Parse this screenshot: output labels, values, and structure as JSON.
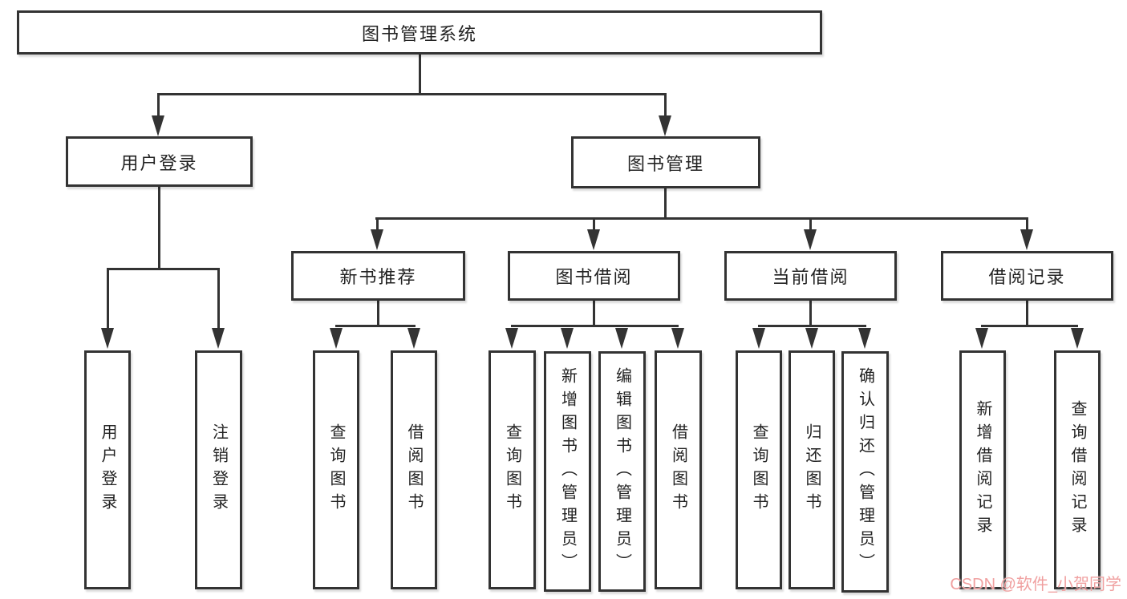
{
  "colors": {
    "background": "#ffffff",
    "line": "#333333",
    "box_border": "#333333",
    "text": "#222222",
    "watermark": "#f0a0a0"
  },
  "nodes": {
    "root": {
      "label": "图书管理系统"
    },
    "level2": [
      {
        "label": "用户登录"
      },
      {
        "label": "图书管理"
      }
    ],
    "level3": [
      {
        "label": "新书推荐"
      },
      {
        "label": "图书借阅"
      },
      {
        "label": "当前借阅"
      },
      {
        "label": "借阅记录"
      }
    ],
    "leaves": {
      "user_login": [
        {
          "label": "用户登录"
        },
        {
          "label": "注销登录"
        }
      ],
      "new_book_recommend": [
        {
          "label": "查询图书"
        },
        {
          "label": "借阅图书"
        }
      ],
      "book_borrow": [
        {
          "label": "查询图书"
        },
        {
          "label": "新增图书（管理员）"
        },
        {
          "label": "编辑图书（管理员）"
        },
        {
          "label": "借阅图书"
        }
      ],
      "current_borrow": [
        {
          "label": "查询图书"
        },
        {
          "label": "归还图书"
        },
        {
          "label": "确认归还（管理员）"
        }
      ],
      "borrow_records": [
        {
          "label": "新增借阅记录"
        },
        {
          "label": "查询借阅记录"
        }
      ]
    }
  },
  "watermark": {
    "text": "CSDN @软件_小贺同学"
  }
}
